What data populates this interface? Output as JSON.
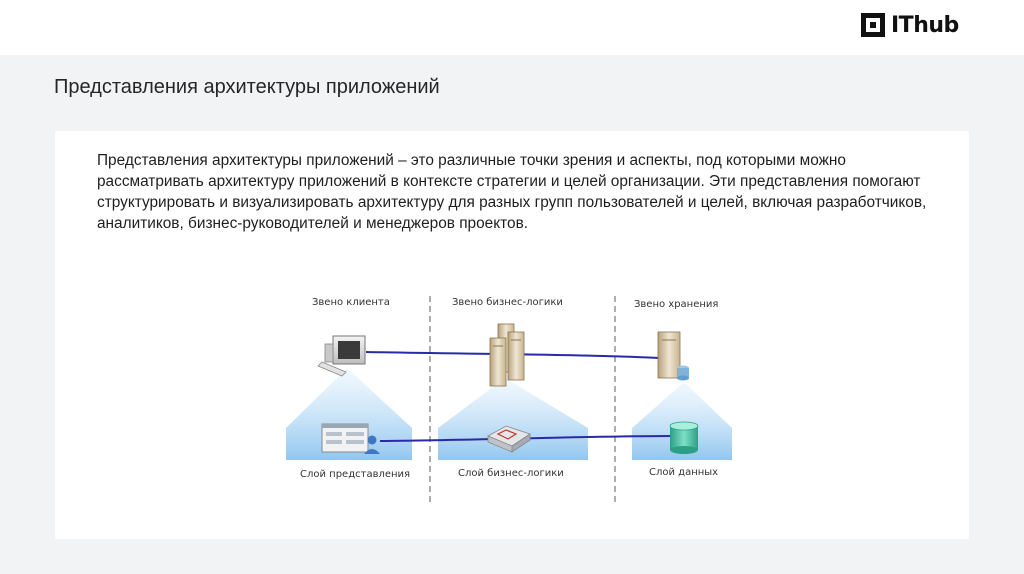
{
  "brand": {
    "name": "IThub"
  },
  "slide": {
    "title": "Представления архитектуры приложений",
    "description": "Представления архитектуры приложений – это различные точки зрения и аспекты, под которыми можно рассматривать архитектуру приложений в контексте стратегии и целей организации. Эти представления помогают структурировать и визуализировать архитектуру для разных групп пользователей и целей, включая разработчиков, аналитиков, бизнес-руководителей и менеджеров проектов."
  },
  "diagram": {
    "tiers": [
      {
        "label": "Звено клиента",
        "icon": "client-computer-icon"
      },
      {
        "label": "Звено бизнес-логики",
        "icon": "application-server-icon"
      },
      {
        "label": "Звено хранения",
        "icon": "database-server-icon"
      }
    ],
    "layers": [
      {
        "label": "Слой представления",
        "icon": "ui-form-user-icon"
      },
      {
        "label": "Слой бизнес-логики",
        "icon": "logic-component-icon"
      },
      {
        "label": "Слой данных",
        "icon": "database-cylinder-icon"
      }
    ]
  },
  "colors": {
    "slide_background": "#f1f3f5",
    "connector": "#2a2aa8",
    "projection": "#9fcdf0"
  }
}
